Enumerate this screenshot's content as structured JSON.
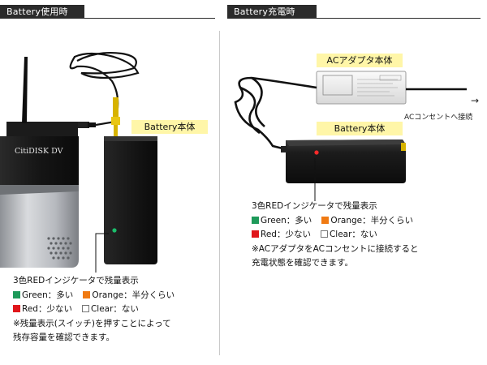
{
  "sections": {
    "in_use": {
      "title": "Battery使用時"
    },
    "charging": {
      "title": "Battery充電時"
    }
  },
  "labels": {
    "battery_body_left": "Battery本体",
    "battery_body_right": "Battery本体",
    "ac_adapter": "ACアダプタ本体",
    "ac_outlet": "ACコンセントへ接続",
    "arrow": "→",
    "citidisk_brand": "CitiDISK DV"
  },
  "in_use_notes": {
    "line1": "3色REDインジケータで残量表示",
    "green": "Green：多い",
    "orange": "Orange：半分くらい",
    "red": "Red：少ない",
    "clear": "Clear：ない",
    "line4": "※残量表示(スイッチ)を押すことによって",
    "line5": "残存容量を確認できます。"
  },
  "charging_notes": {
    "line1": "3色REDインジケータで残量表示",
    "green": "Green：多い",
    "orange": "Orange：半分くらい",
    "red": "Red：少ない",
    "clear": "Clear：ない",
    "line4": "※ACアダプタをACコンセントに接続すると",
    "line5": "充電状態を確認できます。"
  },
  "colors": {
    "green": "#1e9a5a",
    "orange": "#f07a12",
    "red": "#e0161b",
    "label_bg": "#fff6a8",
    "tab_bg": "#2b2b2b"
  }
}
